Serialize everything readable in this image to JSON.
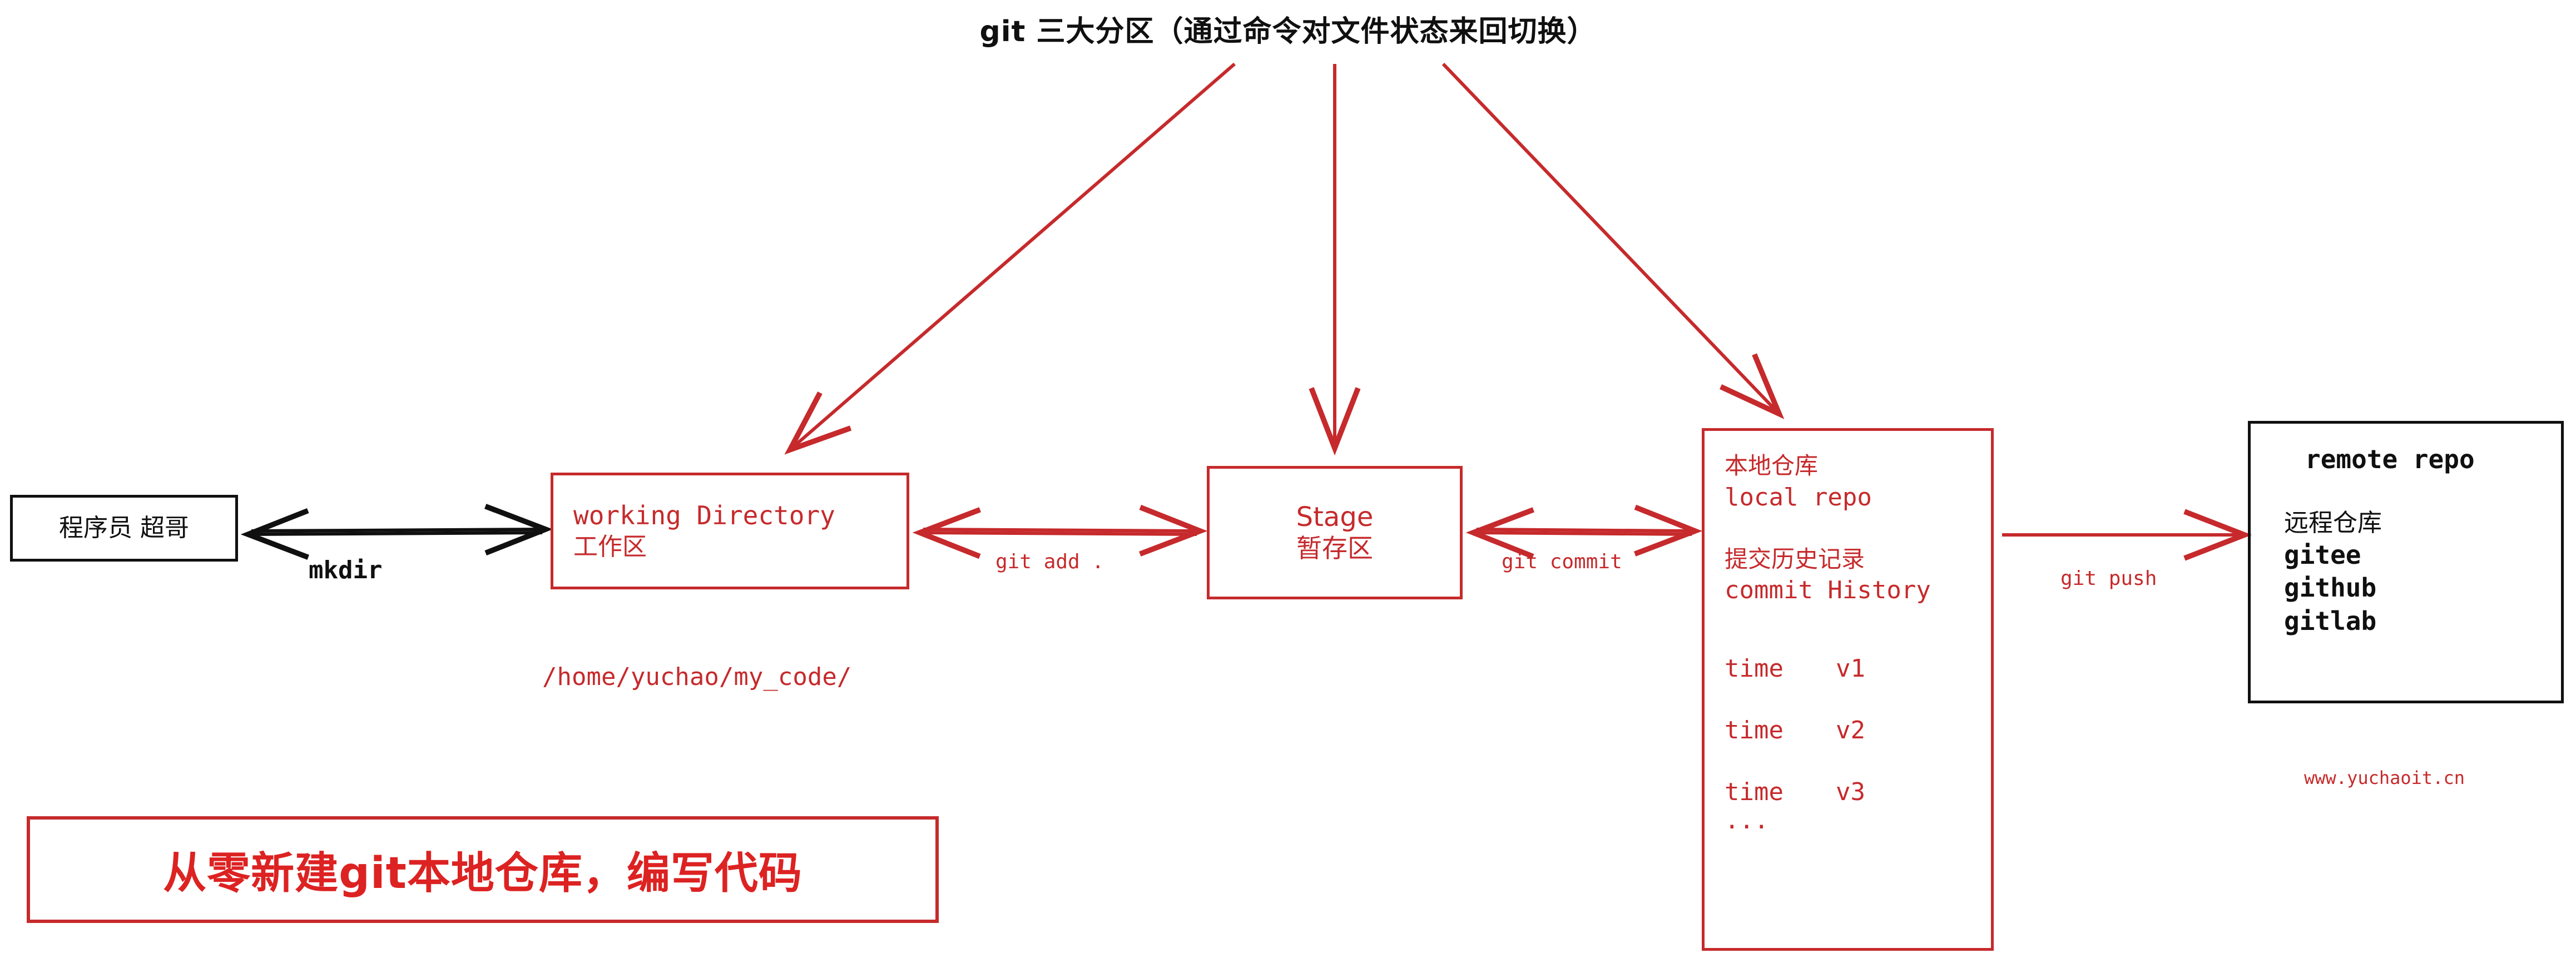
{
  "title": "git 三大分区（通过命令对文件状态来回切换）",
  "colors": {
    "red": "#c62a2c",
    "bright_red": "#dd2222",
    "black": "#101010"
  },
  "nodes": {
    "developer": {
      "label": "程序员 超哥"
    },
    "working_directory": {
      "line_en": "working Directory",
      "line_cn": "工作区",
      "path": "/home/yuchao/my_code/"
    },
    "stage": {
      "line_en": "Stage",
      "line_cn": "暂存区"
    },
    "local_repo": {
      "name_cn": "本地仓库",
      "name_en": "local repo",
      "history_cn": "提交历史记录",
      "history_en": "commit History",
      "commits": [
        {
          "time": "time",
          "version": "v1"
        },
        {
          "time": "time",
          "version": "v2"
        },
        {
          "time": "time",
          "version": "v3"
        }
      ],
      "more": "..."
    },
    "remote_repo": {
      "title_en": "remote repo",
      "name_cn": "远程仓库",
      "providers": [
        "gitee",
        "github",
        "gitlab"
      ]
    }
  },
  "edges": {
    "mkdir": "mkdir",
    "git_add": "git add .",
    "git_commit": "git commit",
    "git_push": "git push"
  },
  "callout": {
    "label": "从零新建git本地仓库，编写代码"
  },
  "watermark": "www.yuchaoit.cn"
}
